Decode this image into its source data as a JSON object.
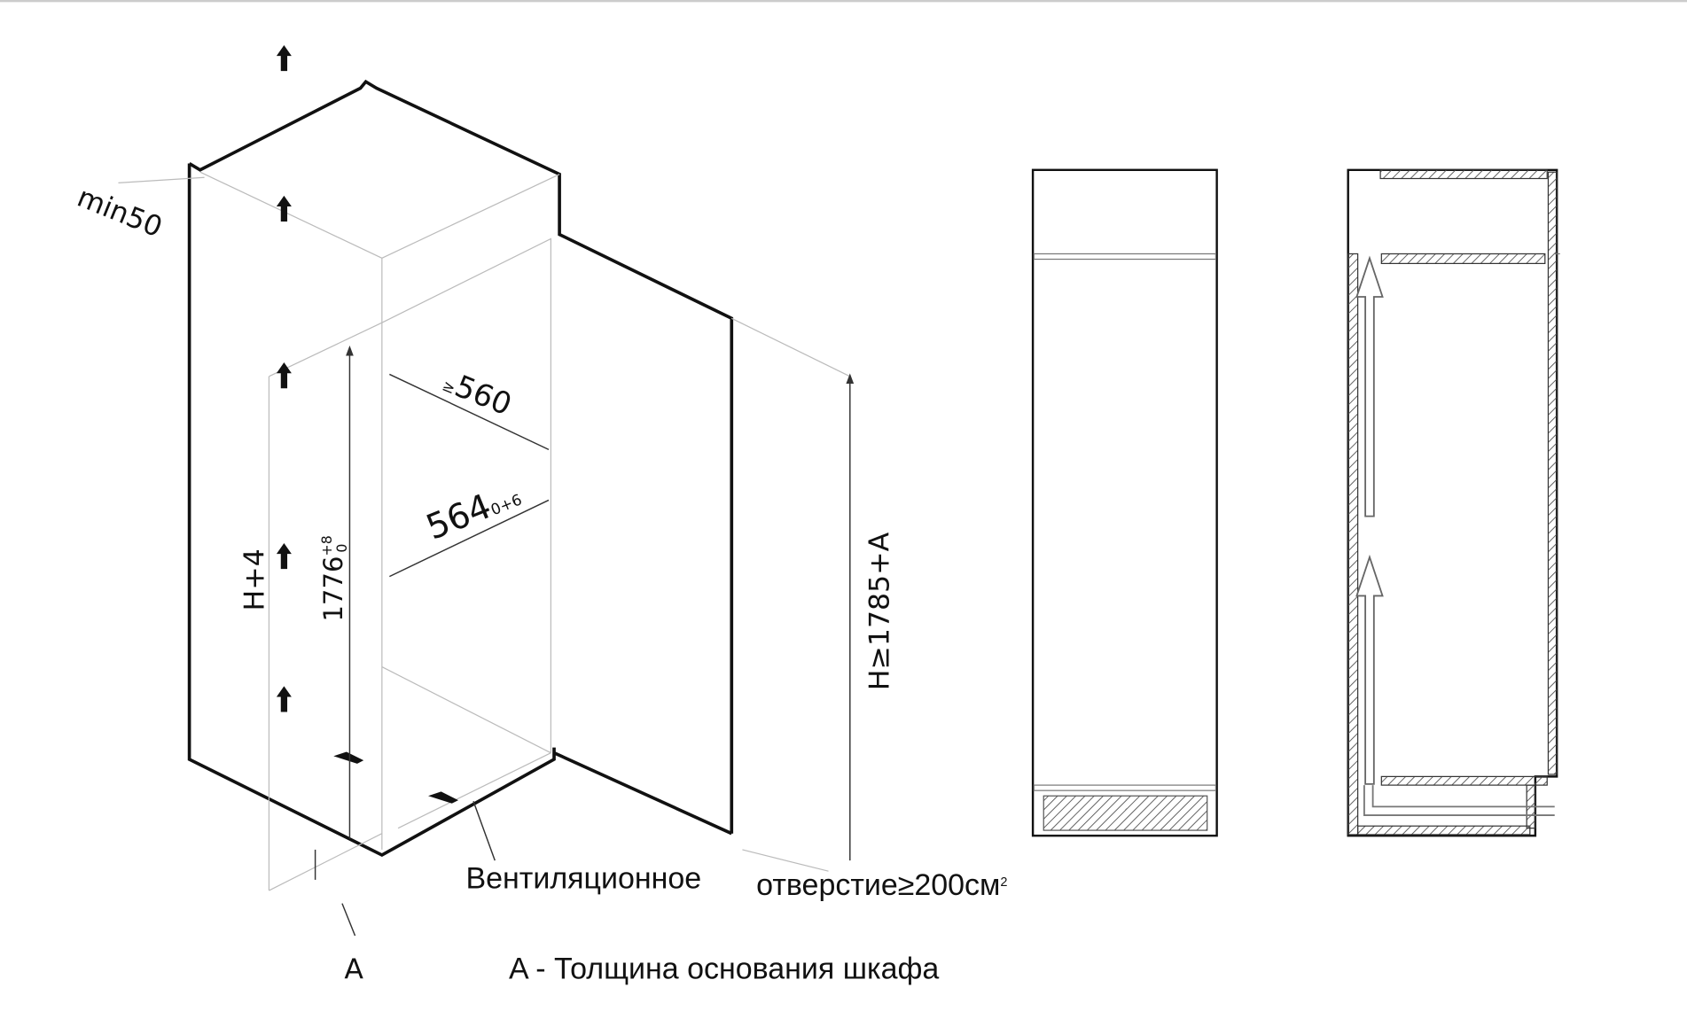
{
  "labels": {
    "min_gap": "min50",
    "depth_min": "560",
    "depth_min_prefix": "≥",
    "width": "564",
    "width_tol": "0+6",
    "height_niche": "1776",
    "height_tol_upper": "+8",
    "height_tol_lower": "0",
    "height_h4": "H+4",
    "height_total": "H≥1785+A",
    "vent_text": "Вентиляционное",
    "vent_text2": "отверстие≥200см",
    "vent_sup": "2",
    "a_label": "A",
    "a_legend": "A - Толщина основания шкафа"
  },
  "colors": {
    "line": "#111111",
    "guide": "#bbbbbb"
  }
}
